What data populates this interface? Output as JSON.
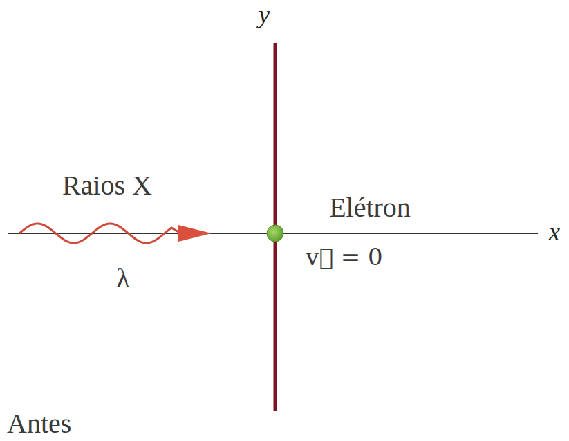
{
  "diagram": {
    "labels": [
      "y",
      "Raios X",
      "Elétron",
      "x",
      "λ",
      "v⃗ = 0",
      "Antes"
    ]
  }
}
